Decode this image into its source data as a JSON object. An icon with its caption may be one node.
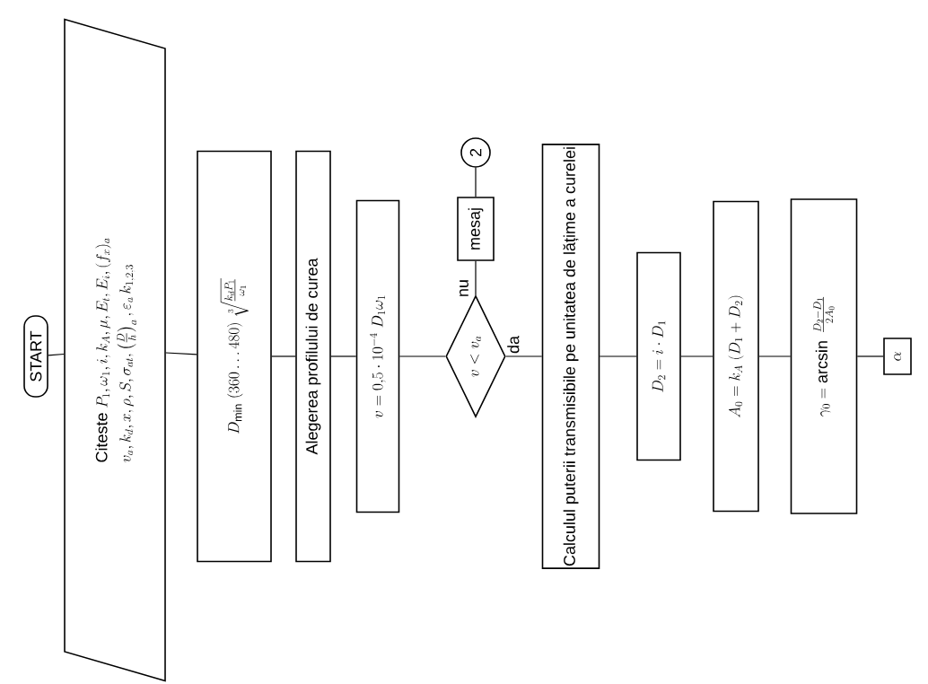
{
  "diagram": {
    "nodes": [
      {
        "text": [
          "START"
        ]
      },
      {
        "text": [
          "\\begin{array}{l}\\mathrm{Citeste}\\ P_1,\\omega_1, i, k_A, \\mu, E_t, E_i, (f_x)_a\\\\[4pt] v_a, k_d, x, \\rho, S, \\sigma_{at}, \\left(\\frac{D}{h}\\right)_a, \\varepsilon_a\\, k_{1,2,3}\\end{array}"
        ]
      },
      {
        "text": [
          "D_{\\min}\\ (360\\ldots480)\\ \\sqrt[3]{\\frac{k_d P_1}{\\omega_1}}"
        ]
      },
      {
        "text": [
          "Alegerea profilului de curea"
        ]
      },
      {
        "text": [
          "v = 0{,}5\\cdot 10^{-4}\\ D_1\\omega_1"
        ]
      },
      {
        "text": [
          "v<v_a"
        ]
      },
      {
        "text": [
          "mesaj"
        ]
      },
      {
        "text": [
          "2"
        ]
      },
      {
        "text": [
          "Calculul puterii transmisibile pe unitatea de lățime a curelei"
        ]
      },
      {
        "text": [
          "D_2 = i\\cdot D_1"
        ]
      },
      {
        "text": [
          "A_0 = k_A\\ (D_1 + D_2)"
        ]
      },
      {
        "text": [
          "\\gamma_0 = \\arcsin\\ \\frac{D_2-D_1}{2A_0}"
        ]
      },
      {
        "text": [
          "\\alpha"
        ]
      }
    ],
    "edges": [
      {
        "from": 0,
        "to": 1,
        "arrow": "none"
      },
      {
        "from": 1,
        "to": 2,
        "arrow": "none"
      },
      {
        "from": 2,
        "to": 3,
        "arrow": "none"
      },
      {
        "from": 3,
        "to": 4,
        "arrow": "none"
      },
      {
        "from": 4,
        "to": 5,
        "arrow": "none"
      },
      {
        "from": 5,
        "to": 6,
        "arrow": "none",
        "label": "nu"
      },
      {
        "from": 6,
        "to": 7,
        "arrow": "none"
      },
      {
        "from": 5,
        "to": 8,
        "arrow": "none",
        "label": "da"
      },
      {
        "from": 8,
        "to": 9,
        "arrow": "none"
      },
      {
        "from": 9,
        "to": 10,
        "arrow": "none"
      },
      {
        "from": 10,
        "to": 11,
        "arrow": "none"
      },
      {
        "from": 11,
        "to": 12,
        "arrow": "none"
      }
    ]
  }
}
